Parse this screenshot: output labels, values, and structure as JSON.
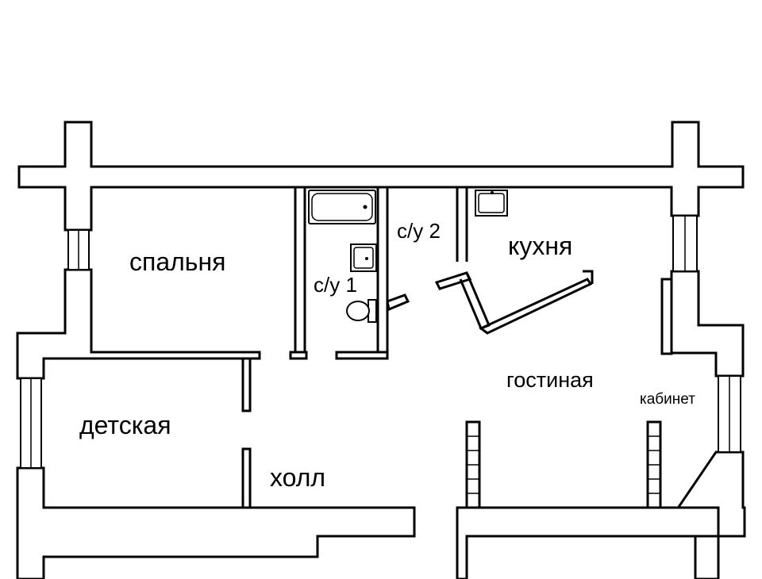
{
  "rooms": {
    "bedroom": "спальня",
    "bathroom1": "с/у 1",
    "bathroom2": "с/у 2",
    "kitchen": "кухня",
    "living_room": "гостиная",
    "study": "кабинет",
    "kids_room": "детская",
    "hall": "холл"
  },
  "colors": {
    "wall_stroke": "#000000",
    "wall_fill": "#ffffff",
    "background": "#ffffff"
  }
}
